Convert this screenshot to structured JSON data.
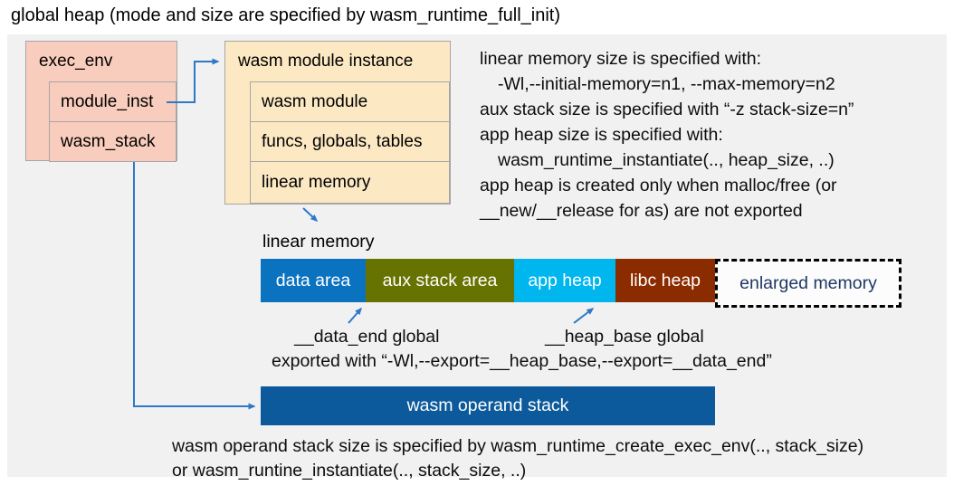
{
  "title": "global heap (mode and size are specified by wasm_runtime_full_init)",
  "exec_env": {
    "header": "exec_env",
    "rows": [
      {
        "label": "module_inst"
      },
      {
        "label": "wasm_stack"
      }
    ]
  },
  "module_instance": {
    "header": "wasm module instance",
    "rows": [
      {
        "label": "wasm module"
      },
      {
        "label": "funcs, globals, tables"
      },
      {
        "label": "linear memory"
      }
    ]
  },
  "notes": {
    "lines": [
      "linear memory size is specified with:",
      "-Wl,--initial-memory=n1, --max-memory=n2",
      "aux stack size is specified with “-z stack-size=n”",
      "app heap size is specified with:",
      "wasm_runtime_instantiate(.., heap_size, ..)",
      "app heap is created only when malloc/free (or",
      "__new/__release for as) are not exported"
    ]
  },
  "linear_memory": {
    "label": "linear memory",
    "segments": [
      {
        "label": "data area",
        "color": "#0B72C0"
      },
      {
        "label": "aux stack area",
        "color": "#677300"
      },
      {
        "label": "app heap",
        "color": "#00B6EF"
      },
      {
        "label": "libc heap",
        "color": "#8A2B00"
      }
    ],
    "enlarged": {
      "label": "enlarged memory",
      "text_color": "#1F3864"
    }
  },
  "annotations": {
    "data_end": "__data_end global",
    "heap_base": "__heap_base global",
    "exported": "exported with “-Wl,--export=__heap_base,--export=__data_end”"
  },
  "operand_stack": {
    "label": "wasm operand stack",
    "color": "#0C5A9B"
  },
  "footer": {
    "lines": [
      "wasm operand stack size is specified by wasm_runtime_create_exec_env(.., stack_size)",
      "or wasm_runtine_instantiate(.., stack_size, ..)"
    ]
  },
  "colors": {
    "panel_bg": "#F1F1F1",
    "box_salmon": "#F9CDBD",
    "box_cream": "#FCE9C3",
    "box_border": "#A6A6A6",
    "arrow": "#2E78C8"
  }
}
